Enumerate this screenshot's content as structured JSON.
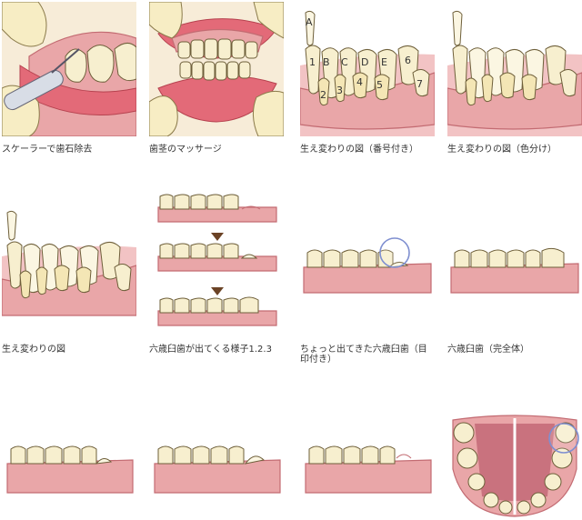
{
  "captions": {
    "c1": "スケーラーで歯石除去",
    "c2": "歯茎のマッサージ",
    "c3": "生え変わりの図（番号付き）",
    "c4": "生え変わりの図（色分け）",
    "c5": "生え変わりの図",
    "c6": "六歳臼歯が出てくる様子1.2.3",
    "c7": "ちょっと出てきた六歳臼歯（目印付き）",
    "c8": "六歳臼歯（完全体）"
  },
  "labels": {
    "letters": [
      "A",
      "B",
      "C",
      "D",
      "E"
    ],
    "numbers": [
      "1",
      "2",
      "3",
      "4",
      "5",
      "6",
      "7"
    ]
  },
  "colors": {
    "gum": "#e9a6a8",
    "tooth": "#f7efcf",
    "outline": "#6e5f3a",
    "marker_circle": "#7f8fd0",
    "arrow": "#6b4326"
  },
  "icons": {
    "arrow": "down-triangle-icon",
    "marker": "circle-marker-icon"
  }
}
